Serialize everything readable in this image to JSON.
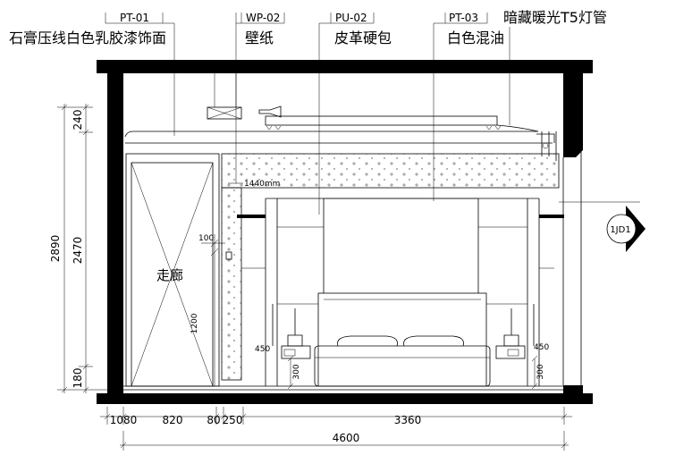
{
  "labels": {
    "pt01": {
      "code": "PT-01",
      "desc": "石膏压线白色乳胶漆饰面"
    },
    "wp02": {
      "code": "WP-02",
      "desc": "壁纸"
    },
    "pu02": {
      "code": "PU-02",
      "desc": "皮革硬包"
    },
    "pt03": {
      "code": "PT-03",
      "desc": "白色混油"
    },
    "light": "暗藏暖光T5灯管"
  },
  "room_label": "走廊",
  "section_marker": "1JD1",
  "dims": {
    "vertical": {
      "total": "2890",
      "top": "240",
      "middle": "2470",
      "bottom": "180"
    },
    "horizontal": {
      "seg1": "1080",
      "seg2": "820",
      "seg3": "80",
      "seg4": "250",
      "seg5": "3360",
      "total": "4600"
    },
    "wallpaper_width": "1440mm",
    "switch_offset": "100",
    "switch_height": "1200",
    "left_nightstand": {
      "height": "450",
      "socket": "300"
    },
    "right_nightstand": {
      "height": "450",
      "socket": "300"
    }
  },
  "colors": {
    "line": "#000000",
    "background": "#ffffff"
  }
}
